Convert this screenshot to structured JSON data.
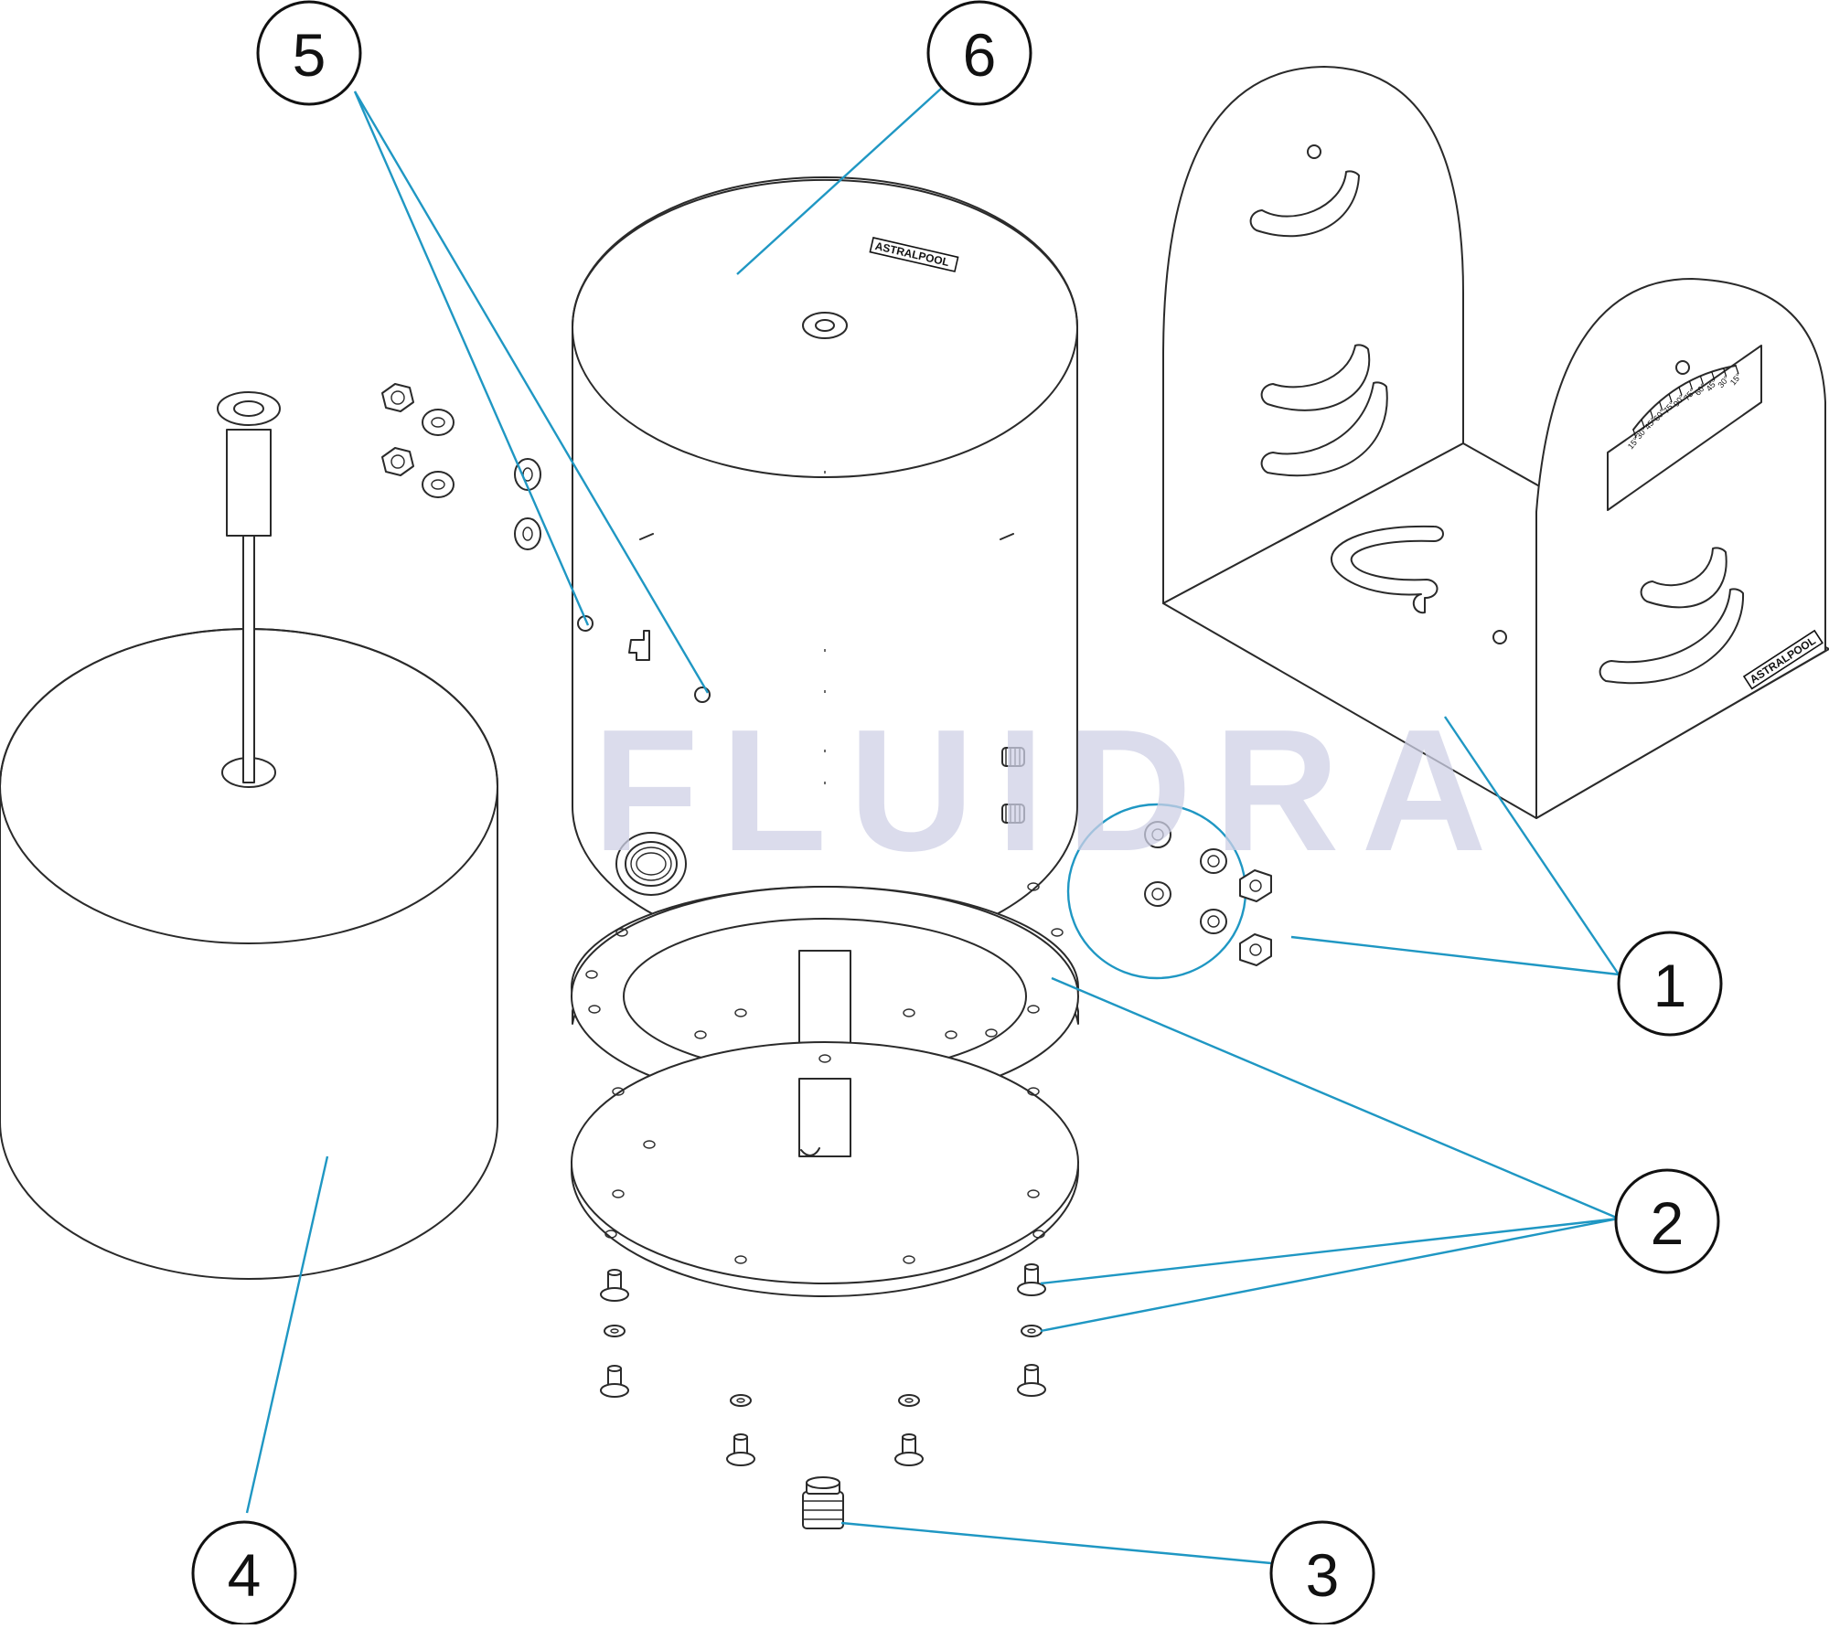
{
  "watermark": "FLUIDRA",
  "brand_label": "ASTRALPOOL",
  "scale_labels": [
    "15°",
    "30°",
    "45°",
    "60°",
    "75°",
    "90°",
    "75°",
    "60°",
    "45°",
    "30°",
    "15°"
  ],
  "callouts": [
    {
      "id": "1",
      "label": "1"
    },
    {
      "id": "2",
      "label": "2"
    },
    {
      "id": "3",
      "label": "3"
    },
    {
      "id": "4",
      "label": "4"
    },
    {
      "id": "5",
      "label": "5"
    },
    {
      "id": "6",
      "label": "6"
    }
  ],
  "colors": {
    "leader": "#1f97c3",
    "watermark": "#cfd1e6"
  }
}
